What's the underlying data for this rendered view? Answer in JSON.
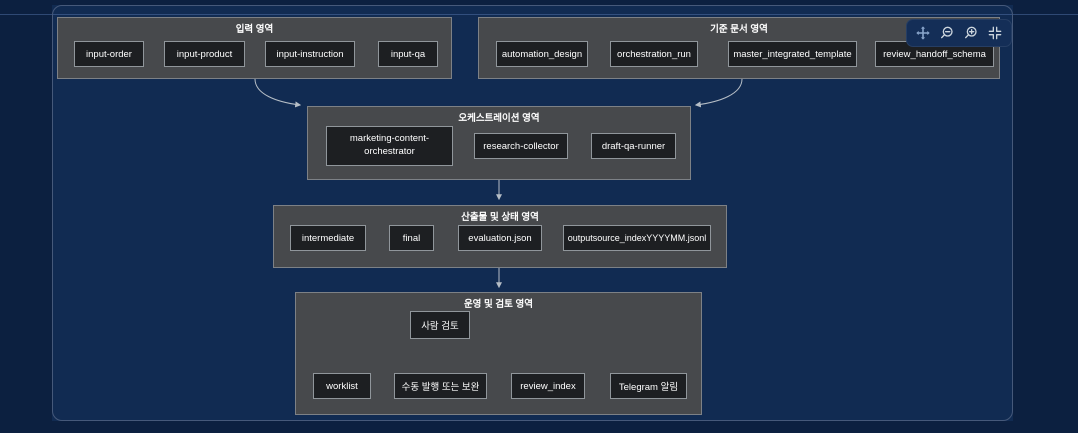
{
  "colors": {
    "page_bg": "#112b52",
    "backdrop_dim": "#0c2040",
    "panel_border": "#46597a",
    "area_fill": "#47494c",
    "area_border": "#7d8186",
    "node_fill": "#1d1f22",
    "node_border": "#90969b",
    "text": "#ffffff",
    "edge": "#b6bec6",
    "toolbar_bg": "#142e57",
    "pan_icon": "#8aa6cc",
    "toolbar_icon": "#cdd6de"
  },
  "toolbar": {
    "icons": [
      {
        "name": "pan"
      },
      {
        "name": "zoom-out"
      },
      {
        "name": "zoom-in"
      },
      {
        "name": "reset-view"
      }
    ]
  },
  "diagram": {
    "areas": [
      {
        "title": "입력 영역",
        "nodes": [
          {
            "label": "input-order"
          },
          {
            "label": "input-product"
          },
          {
            "label": "input-instruction"
          },
          {
            "label": "input-qa"
          }
        ]
      },
      {
        "title": "기준 문서 영역",
        "nodes": [
          {
            "label": "automation_design"
          },
          {
            "label": "orchestration_run"
          },
          {
            "label": "master_integrated_template"
          },
          {
            "label": "review_handoff_schema"
          }
        ]
      },
      {
        "title": "오케스트레이션 영역",
        "nodes": [
          {
            "label": "marketing-content-orchestrator"
          },
          {
            "label": "research-collector"
          },
          {
            "label": "draft-qa-runner"
          }
        ]
      },
      {
        "title": "산출물 및 상태 영역",
        "nodes": [
          {
            "label": "intermediate"
          },
          {
            "label": "final"
          },
          {
            "label": "evaluation.json"
          },
          {
            "label": "outputsource_indexYYYYMM.jsonl"
          }
        ]
      },
      {
        "title": "운영 및 검토 영역",
        "nodes": [
          {
            "label": "사람 검토"
          },
          {
            "label": "worklist"
          },
          {
            "label": "수동 발행 또는 보완"
          },
          {
            "label": "review_index"
          },
          {
            "label": "Telegram 알림"
          }
        ]
      }
    ],
    "edges": [
      {
        "from": "입력 영역",
        "to": "오케스트레이션 영역"
      },
      {
        "from": "기준 문서 영역",
        "to": "오케스트레이션 영역"
      },
      {
        "from": "오케스트레이션 영역",
        "to": "산출물 및 상태 영역"
      },
      {
        "from": "산출물 및 상태 영역",
        "to": "운영 및 검토 영역"
      },
      {
        "from": "사람 검토",
        "to": "수동 발행 또는 보완"
      }
    ]
  }
}
